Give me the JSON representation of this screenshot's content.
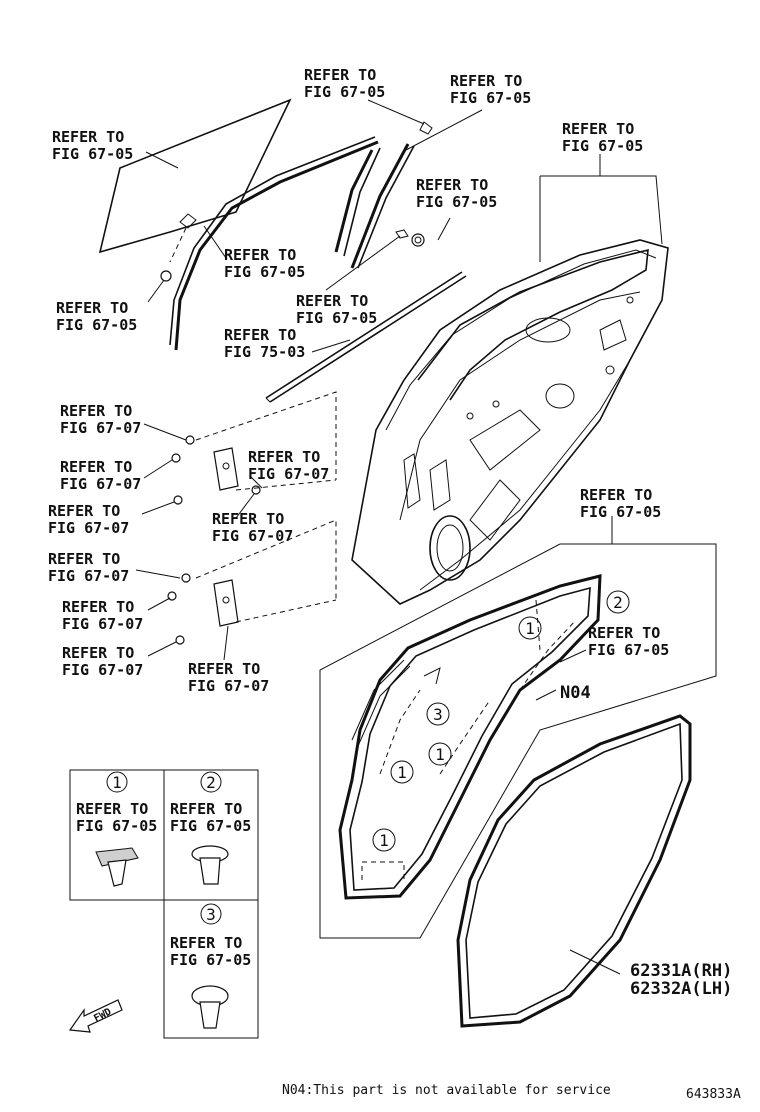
{
  "refer_labels": {
    "r01": "REFER TO\nFIG 67-05",
    "r02": "REFER TO\nFIG 67-05",
    "r03": "REFER TO\nFIG 67-05",
    "r04": "REFER TO\nFIG 67-05",
    "r05": "REFER TO\nFIG 67-05",
    "r06": "REFER TO\nFIG 67-05",
    "r07": "REFER TO\nFIG 67-05",
    "r08": "REFER TO\nFIG 75-03",
    "r09": "REFER TO\nFIG 67-07",
    "r10": "REFER TO\nFIG 67-07",
    "r11": "REFER TO\nFIG 67-07",
    "r12": "REFER TO\nFIG 67-07",
    "r13": "REFER TO\nFIG 67-07",
    "r14": "REFER TO\nFIG 67-07",
    "r15": "REFER TO\nFIG 67-07",
    "r16": "REFER TO\nFIG 67-07",
    "r17": "REFER TO\nFIG 67-07",
    "r18": "REFER TO\nFIG 67-05",
    "r19": "REFER TO\nFIG 67-05"
  },
  "legend": [
    {
      "num": "1",
      "text": "REFER TO\nFIG 67-05"
    },
    {
      "num": "2",
      "text": "REFER TO\nFIG 67-05"
    },
    {
      "num": "3",
      "text": "REFER TO\nFIG 67-05"
    }
  ],
  "callouts": {
    "c1": "1",
    "c2": "2",
    "c3": "3"
  },
  "parts": {
    "n04": "N04",
    "rh": "62331A(RH)",
    "lh": "62332A(LH)"
  },
  "fwd": "FWD",
  "footnote": "N04:This part is not available for service",
  "diagram_code": "643833A"
}
